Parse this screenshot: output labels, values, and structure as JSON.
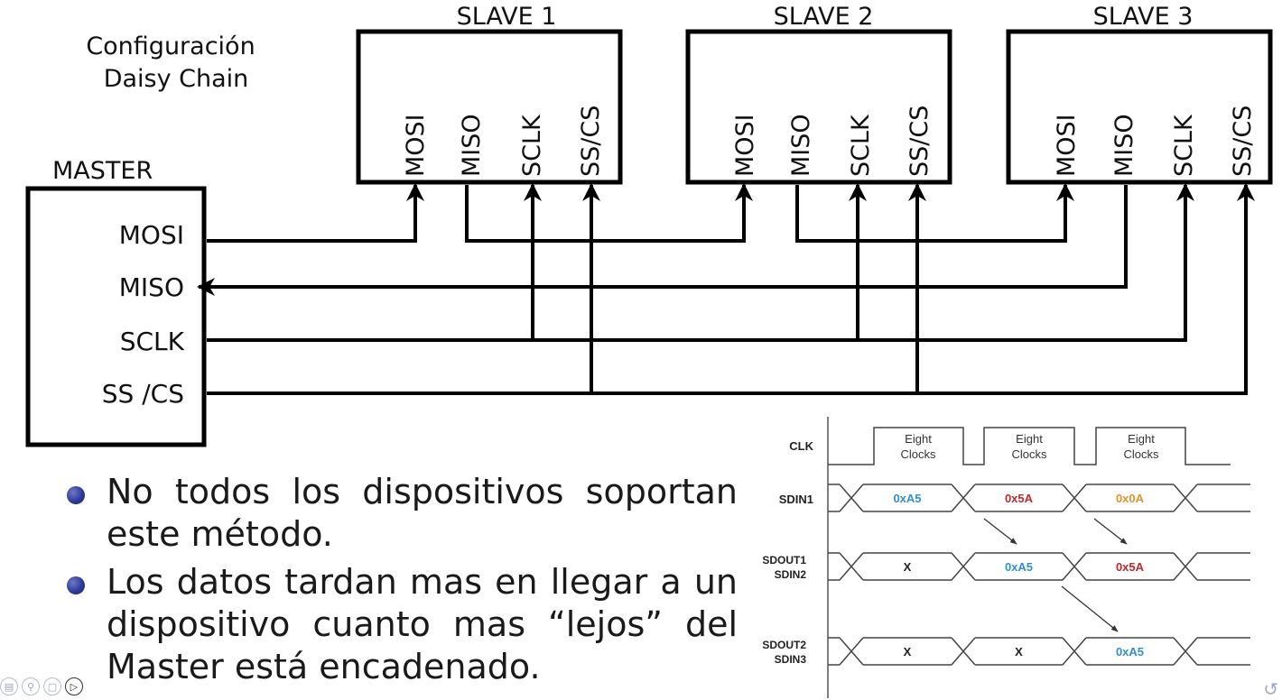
{
  "diagram": {
    "title_lines": [
      "Configuración",
      "Daisy Chain"
    ],
    "master": {
      "label": "MASTER",
      "pins": [
        "MOSI",
        "MISO",
        "SCLK",
        "SS /CS"
      ]
    },
    "slaves": [
      {
        "label": "SLAVE 1",
        "pins": [
          "MOSI",
          "MISO",
          "SCLK",
          "SS/CS"
        ]
      },
      {
        "label": "SLAVE 2",
        "pins": [
          "MOSI",
          "MISO",
          "SCLK",
          "SS/CS"
        ]
      },
      {
        "label": "SLAVE 3",
        "pins": [
          "MOSI",
          "MISO",
          "SCLK",
          "SS/CS"
        ]
      }
    ]
  },
  "bullets": [
    "No todos los dispositivos soportan este método.",
    "Los datos tardan mas en llegar a un dispositivo cuanto mas “lejos” del Master está encadenado."
  ],
  "timing": {
    "signals": [
      "CLK",
      "SDIN1",
      "SDOUT1",
      "SDIN2",
      "SDOUT2",
      "SDIN3"
    ],
    "clock_pulse_label": [
      "Eight",
      "Clocks"
    ],
    "rows": [
      {
        "values": [
          "0xA5",
          "0x5A",
          "0x0A"
        ],
        "colors": [
          "#2f8fd0",
          "#c0282c",
          "#e8912a"
        ]
      },
      {
        "values": [
          "X",
          "0xA5",
          "0x5A"
        ],
        "colors": [
          "#222222",
          "#2f8fd0",
          "#c0282c"
        ]
      },
      {
        "values": [
          "X",
          "X",
          "0xA5"
        ],
        "colors": [
          "#222222",
          "#222222",
          "#2f8fd0"
        ]
      }
    ]
  },
  "colors": {
    "bullet": "#2e3a96",
    "line": "#000000",
    "accent_blue": "#2f8fd0",
    "accent_red": "#c0282c",
    "accent_orange": "#e8912a"
  }
}
